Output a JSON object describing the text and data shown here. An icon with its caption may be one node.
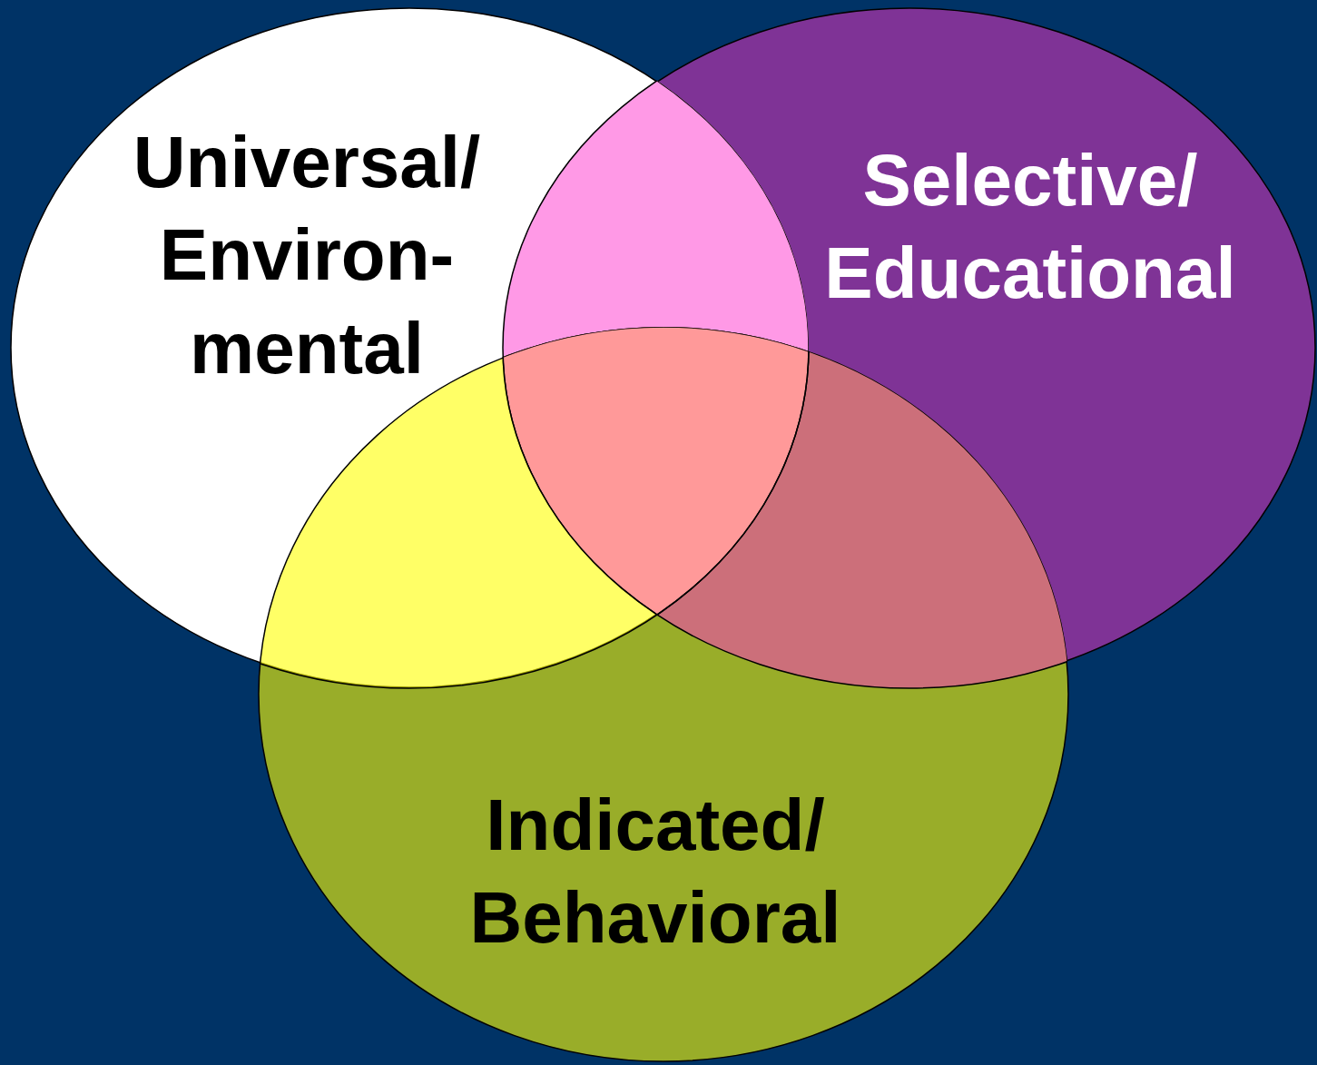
{
  "diagram": {
    "nodes": [
      {
        "text": [
          "Universal/ Environ- mental"
        ]
      },
      {
        "text": [
          "Selective/ Educational"
        ]
      },
      {
        "text": [
          "Indicated/ Behavioral"
        ]
      }
    ]
  }
}
